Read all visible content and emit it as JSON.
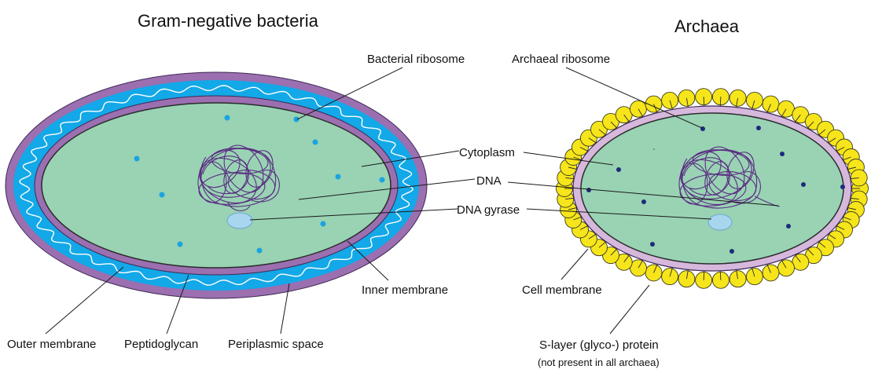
{
  "titles": {
    "left": "Gram-negative bacteria",
    "right": "Archaea"
  },
  "labels": {
    "bacterial_ribosome": "Bacterial ribosome",
    "archaeal_ribosome": "Archaeal ribosome",
    "cytoplasm": "Cytoplasm",
    "dna": "DNA",
    "dna_gyrase": "DNA gyrase",
    "inner_membrane": "Inner membrane",
    "cell_membrane": "Cell membrane",
    "outer_membrane": "Outer membrane",
    "peptidoglycan": "Peptidoglycan",
    "periplasmic_space": "Periplasmic space",
    "s_layer": "S-layer (glyco-) protein",
    "s_layer_note": "(not present in all archaea)"
  },
  "colors": {
    "outer_membrane": "#9b6fb0",
    "periplasm": "#13a8e8",
    "inner_membrane": "#9b6fb0",
    "cytoplasm": "#99d3b4",
    "bacterial_ribosome": "#1ba3e0",
    "archaeal_ribosome": "#1f2a7a",
    "dna": "#5a2d82",
    "dna_gyrase": "#a9d6ef",
    "s_layer": "#f6e51a",
    "archaea_membrane": "#d7b8dd"
  }
}
